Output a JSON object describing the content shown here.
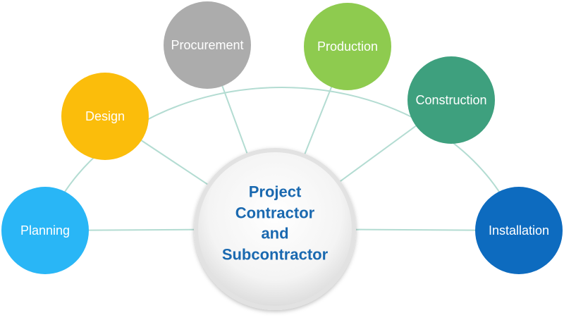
{
  "center": {
    "lines": [
      "Project",
      "Contractor",
      "and",
      "Subcontractor"
    ],
    "text_color": "#1a69b0"
  },
  "nodes": [
    {
      "id": "planning",
      "label": "Planning",
      "color": "#29b6f6"
    },
    {
      "id": "design",
      "label": "Design",
      "color": "#fbbd0b"
    },
    {
      "id": "procurement",
      "label": "Procurement",
      "color": "#acacac"
    },
    {
      "id": "production",
      "label": "Production",
      "color": "#8ecb4f"
    },
    {
      "id": "construction",
      "label": "Construction",
      "color": "#3ea07e"
    },
    {
      "id": "installation",
      "label": "Installation",
      "color": "#0d6bbf"
    }
  ],
  "connector_color": "#b3dcd2"
}
